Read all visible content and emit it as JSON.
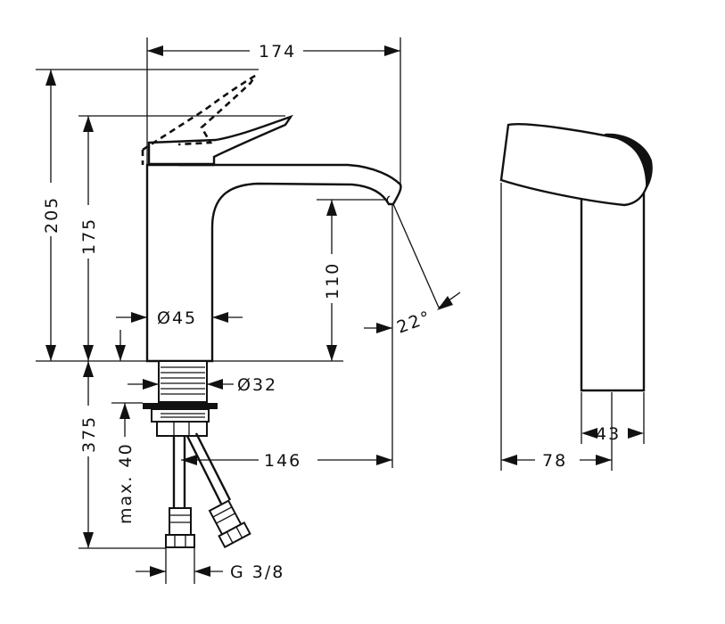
{
  "dimensions": {
    "width_top": "174",
    "height_overall": "205",
    "height_lever": "175",
    "spout_height": "110",
    "body_diameter": "Ø45",
    "shank_diameter": "Ø32",
    "spout_reach": "146",
    "below_deck": "375",
    "max_deck": "max. 40",
    "thread": "G 3/8",
    "spout_angle": "22°",
    "side_depth": "78",
    "side_lower": "43"
  }
}
